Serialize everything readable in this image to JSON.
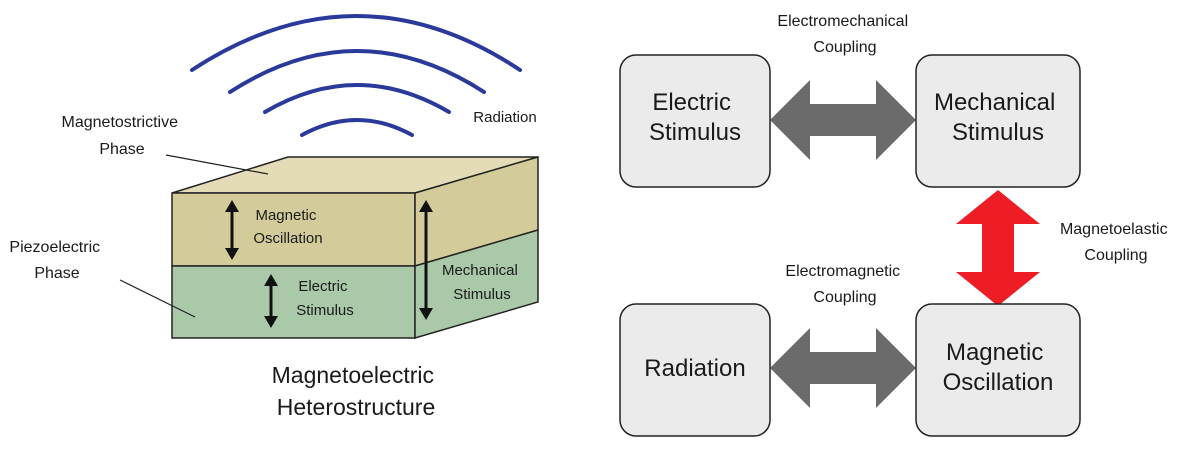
{
  "left": {
    "radiation_label": "Radiation",
    "magnetostrictive_label": [
      "Magnetostrictive",
      "Phase"
    ],
    "piezoelectric_label": [
      "Piezoelectric",
      "Phase"
    ],
    "magnetic_oscillation_label": [
      "Magnetic",
      "Oscillation"
    ],
    "electric_stimulus_label": [
      "Electric",
      "Stimulus"
    ],
    "mechanical_stimulus_label": [
      "Mechanical",
      "Stimulus"
    ],
    "caption": [
      "Magnetoelectric",
      "Heterostructure"
    ]
  },
  "right": {
    "boxes": {
      "electric_stimulus": [
        "Electric",
        "Stimulus"
      ],
      "mechanical_stimulus": [
        "Mechanical",
        "Stimulus"
      ],
      "radiation": [
        "Radiation"
      ],
      "magnetic_oscillation": [
        "Magnetic",
        "Oscillation"
      ]
    },
    "couplings": {
      "electromechanical": [
        "Electromechanical",
        "Coupling"
      ],
      "electromagnetic": [
        "Electromagnetic",
        "Coupling"
      ],
      "magnetoelastic": [
        "Magnetoelastic",
        "Coupling"
      ]
    }
  },
  "colors": {
    "wave": "#2a3a9a",
    "magnetostrictive_layer": "#d3cc9a",
    "magnetostrictive_top": "#e3dcb6",
    "piezoelectric_layer": "#a9c9a9",
    "box_fill": "#ebebeb",
    "grey_arrow": "#6b6b6b",
    "red_arrow": "#ee1c24"
  }
}
